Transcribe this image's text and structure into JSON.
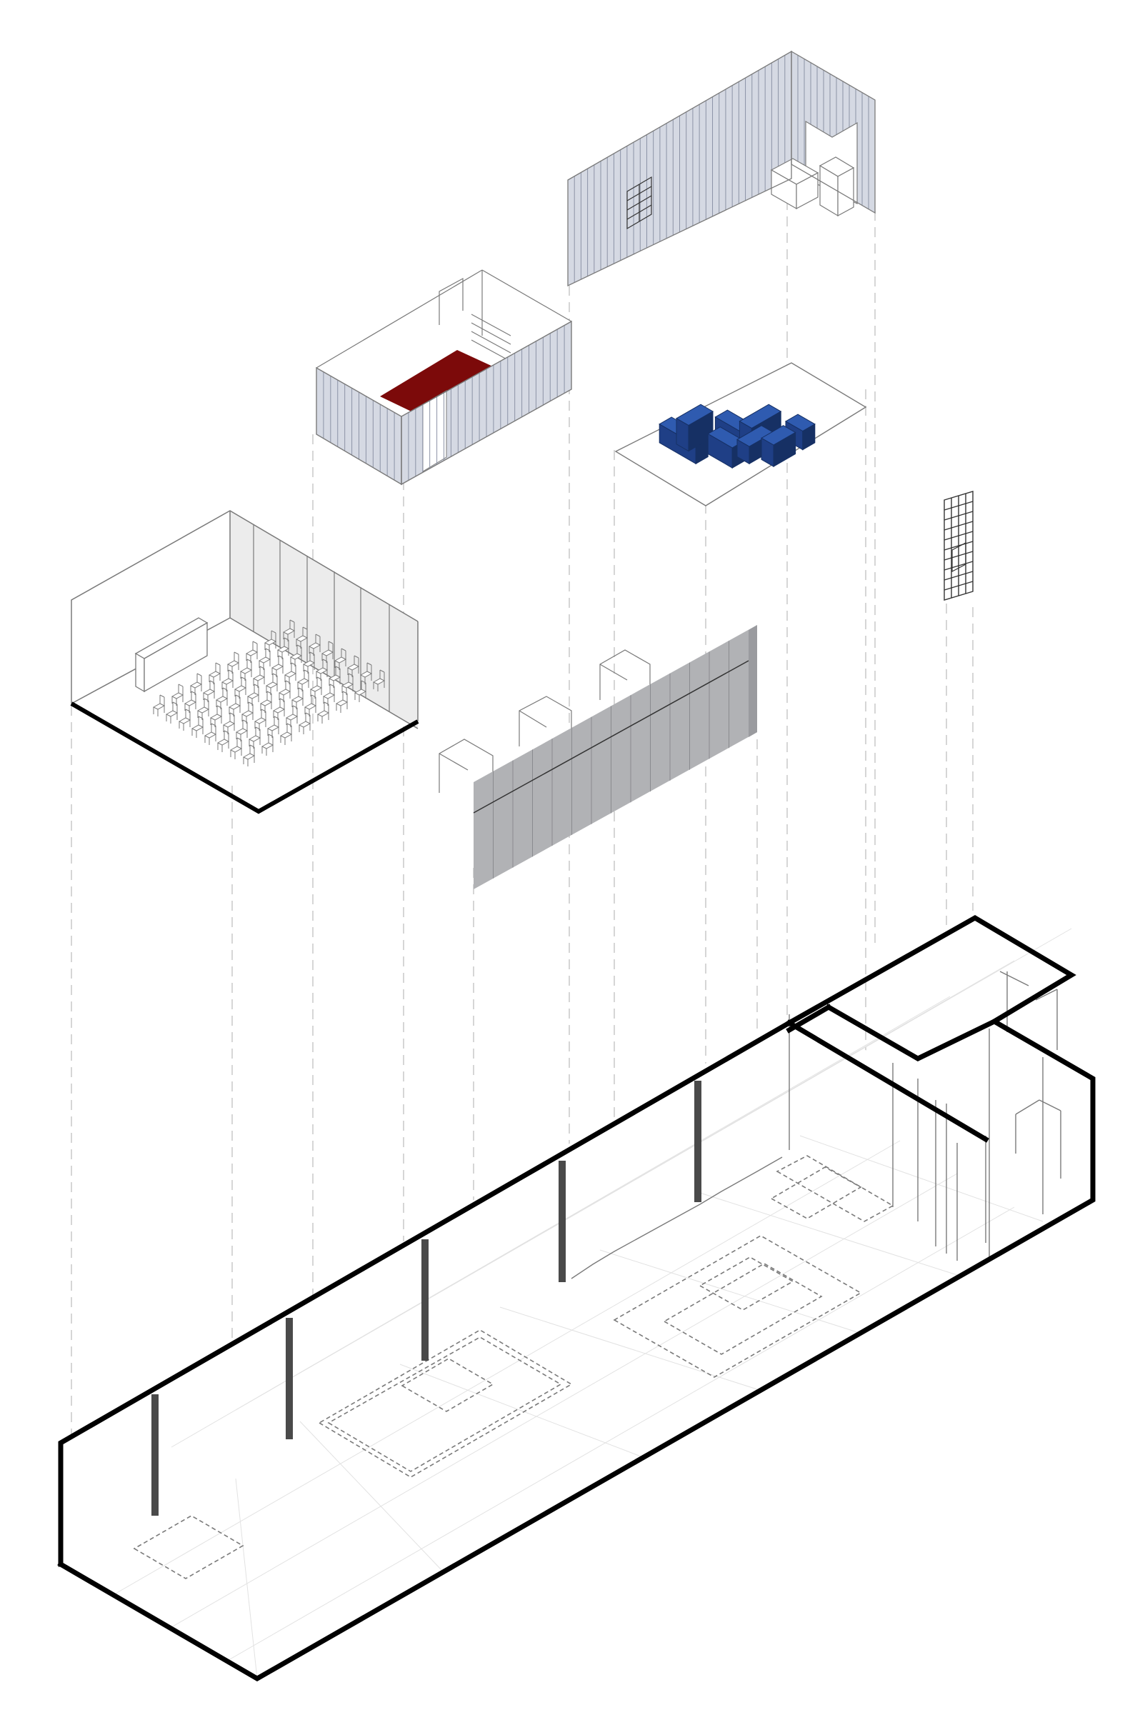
{
  "diagram": {
    "kind": "exploded-axonometric",
    "labels": [],
    "colors": {
      "background": "#ffffff",
      "outline": "#000000",
      "thin_line": "#7a7a7a",
      "guide_line": "#c4c4c4",
      "corrugated_panel": "#d5d9e3",
      "corrugated_rib": "#8c93a6",
      "grey_wall": "#b1b2b5",
      "grey_wall_dark": "#9a9b9f",
      "light_wall": "#ececec",
      "column": "#4a4a4a",
      "red_carpet": "#7c0a0a",
      "blue_blocks": "#1f3f86",
      "blue_blocks_light": "#2f5bb0",
      "blue_blocks_dark": "#163064"
    },
    "components": [
      {
        "id": "base-floor-plan",
        "layer": "ground"
      },
      {
        "id": "lecture-room",
        "layer": "floating",
        "furniture": "rows-of-chairs"
      },
      {
        "id": "red-carpet-booth",
        "layer": "floating",
        "finish": "corrugated"
      },
      {
        "id": "corrugated-wall-assembly",
        "layer": "floating",
        "finish": "corrugated"
      },
      {
        "id": "blue-block-platform",
        "layer": "floating"
      },
      {
        "id": "grey-partition-wall",
        "layer": "floating"
      },
      {
        "id": "wire-grid-panel",
        "layer": "floating"
      }
    ]
  }
}
